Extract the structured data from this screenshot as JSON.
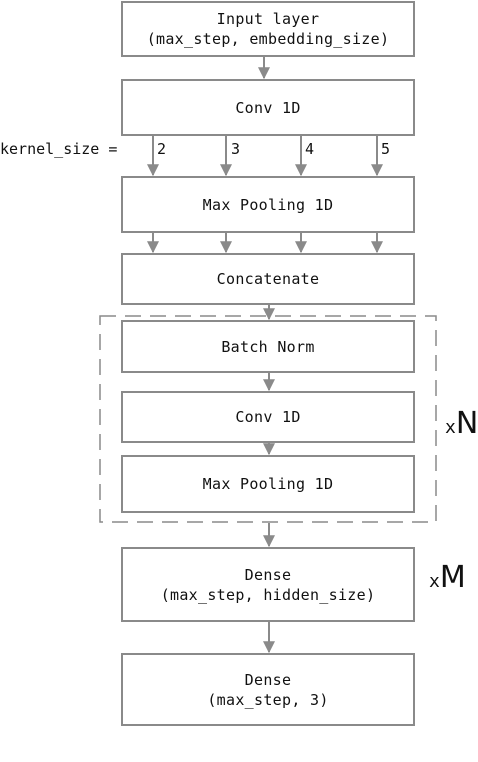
{
  "layers": {
    "input": {
      "line1": "Input layer",
      "line2": "(max_step, embedding_size)"
    },
    "conv1": {
      "line1": "Conv 1D"
    },
    "pool1": {
      "line1": "Max Pooling 1D"
    },
    "concat": {
      "line1": "Concatenate"
    },
    "batchnorm": {
      "line1": "Batch Norm"
    },
    "conv2": {
      "line1": "Conv 1D"
    },
    "pool2": {
      "line1": "Max Pooling 1D"
    },
    "dense1": {
      "line1": "Dense",
      "line2": "(max_step, hidden_size)"
    },
    "dense2": {
      "line1": "Dense",
      "line2": "(max_step, 3)"
    }
  },
  "kernel": {
    "label": "kernel_size =",
    "sizes": [
      "2",
      "3",
      "4",
      "5"
    ]
  },
  "repeat_block": {
    "x": "x",
    "value": "N"
  },
  "repeat_dense": {
    "x": "x",
    "value": "M"
  },
  "colors": {
    "border": "#8a8a8a",
    "arrow": "#8a8a8a",
    "text": "#111111"
  }
}
